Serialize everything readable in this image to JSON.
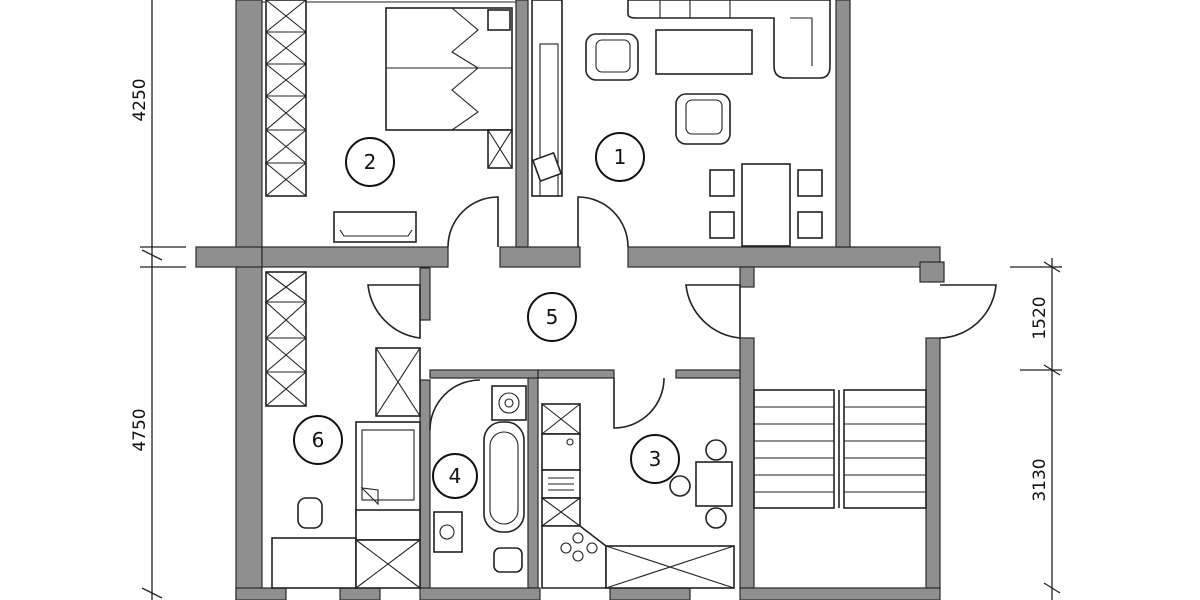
{
  "rooms": [
    {
      "id": "1",
      "label": "1"
    },
    {
      "id": "2",
      "label": "2"
    },
    {
      "id": "3",
      "label": "3"
    },
    {
      "id": "4",
      "label": "4"
    },
    {
      "id": "5",
      "label": "5"
    },
    {
      "id": "6",
      "label": "6"
    }
  ],
  "dimensions": {
    "left_upper": "4250",
    "left_lower": "4750",
    "right_upper": "1520",
    "right_lower": "3130"
  },
  "colors": {
    "wall_fill": "#8f8f8f",
    "line": "#222222",
    "background": "#ffffff"
  }
}
